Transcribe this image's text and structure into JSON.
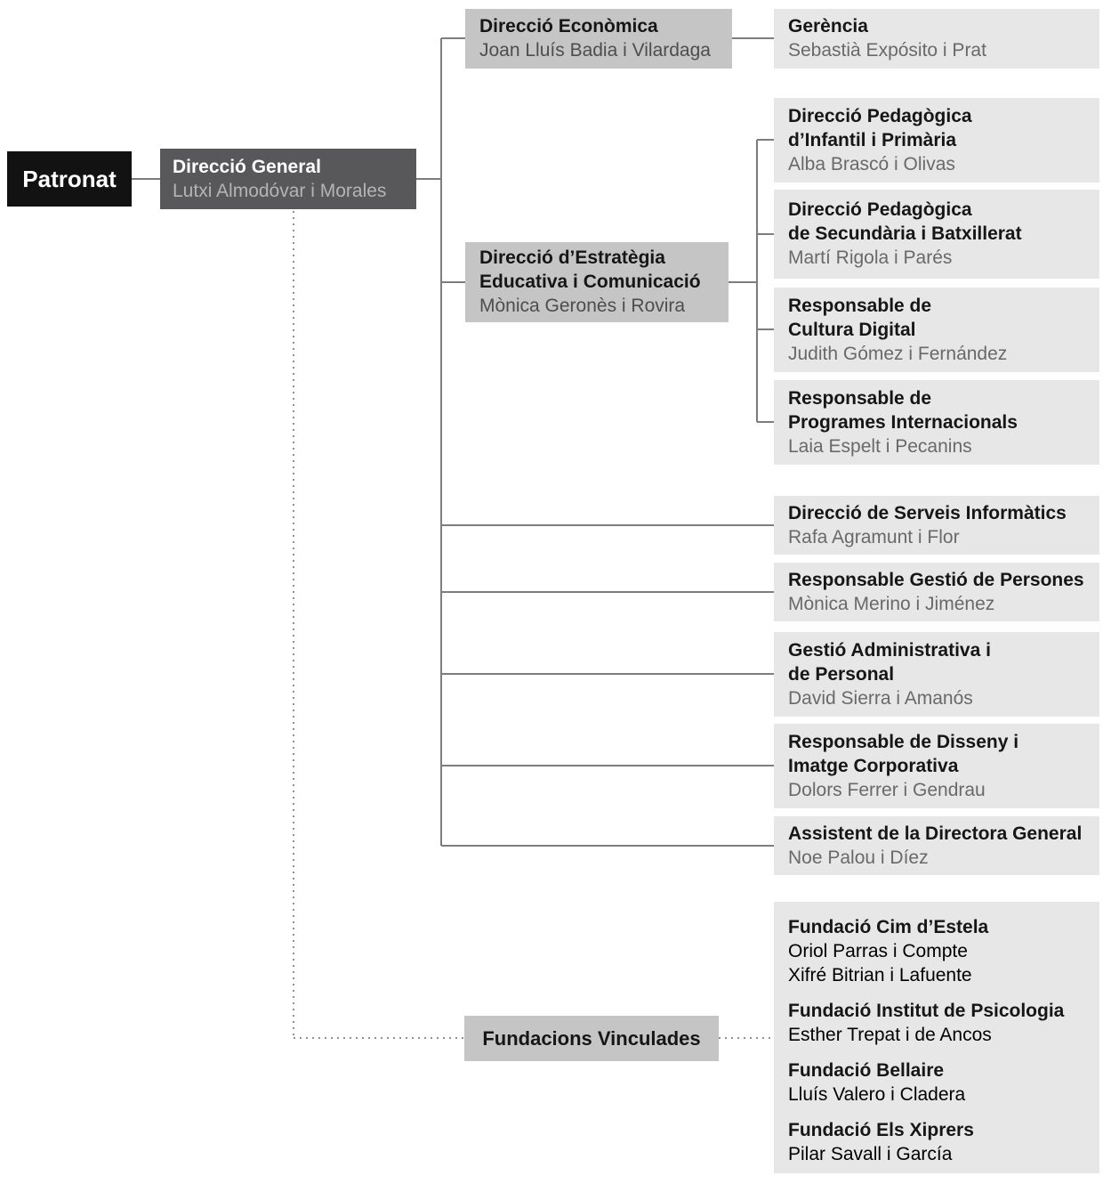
{
  "palette": {
    "c-black": "#121212",
    "c-dark": "#58585a",
    "c-medium": "#c5c5c5",
    "c-light": "#e7e7e7",
    "c-line": "#7d7d7d",
    "c-dot": "#909090",
    "c-title": "#161616",
    "c-name-on-light": "#696969",
    "c-name-on-medium": "#4d4d4d",
    "c-name-on-dark": "#b4b4b6"
  },
  "nodes": {
    "patronat": {
      "title": [
        "Patronat"
      ]
    },
    "direccio_general": {
      "title": [
        "Direcció General"
      ],
      "names": [
        "Lutxi Almodóvar i Morales"
      ]
    },
    "direccio_economica": {
      "title": [
        "Direcció Econòmica"
      ],
      "names": [
        "Joan Lluís Badia i Vilardaga"
      ]
    },
    "gerencia": {
      "title": [
        "Gerència"
      ],
      "names": [
        "Sebastià Expósito i Prat"
      ]
    },
    "estrategia": {
      "title": [
        "Direcció d’Estratègia",
        "Educativa i Comunicació"
      ],
      "names": [
        "Mònica Geronès i Rovira"
      ]
    },
    "dp_infantil": {
      "title": [
        "Direcció Pedagògica",
        "d’Infantil i Primària"
      ],
      "names": [
        "Alba Brascó i Olivas"
      ]
    },
    "dp_secundaria": {
      "title": [
        "Direcció Pedagògica",
        "de Secundària i Batxillerat"
      ],
      "names": [
        "Martí Rigola i Parés"
      ]
    },
    "cultura_digital": {
      "title": [
        "Responsable de",
        "Cultura Digital"
      ],
      "names": [
        "Judith Gómez i Fernández"
      ]
    },
    "programes": {
      "title": [
        "Responsable de",
        "Programes Internacionals"
      ],
      "names": [
        "Laia Espelt i Pecanins"
      ]
    },
    "serveis": {
      "title": [
        "Direcció de Serveis Informàtics"
      ],
      "names": [
        "Rafa Agramunt i Flor"
      ]
    },
    "persones": {
      "title": [
        "Responsable Gestió de Persones"
      ],
      "names": [
        "Mònica Merino i Jiménez"
      ]
    },
    "gestio_adm": {
      "title": [
        "Gestió Administrativa i",
        "de Personal"
      ],
      "names": [
        "David Sierra i Amanós"
      ]
    },
    "disseny": {
      "title": [
        "Responsable de Disseny i",
        "Imatge Corporativa"
      ],
      "names": [
        "Dolors Ferrer i Gendrau"
      ]
    },
    "assistent": {
      "title": [
        "Assistent de la Directora General"
      ],
      "names": [
        "Noe Palou i Díez"
      ]
    },
    "fundacions_label": {
      "title": [
        "Fundacions Vinculades"
      ]
    },
    "fundacions": [
      {
        "title": "Fundació Cim d’Estela",
        "names": [
          "Oriol Parras i Compte",
          "Xifré Bitrian i Lafuente"
        ]
      },
      {
        "title": "Fundació Institut de Psicologia",
        "names": [
          "Esther Trepat i de Ancos"
        ]
      },
      {
        "title": "Fundació Bellaire",
        "names": [
          "Lluís Valero i Cladera"
        ]
      },
      {
        "title": "Fundació Els Xiprers",
        "names": [
          "Pilar Savall i García"
        ]
      }
    ]
  }
}
